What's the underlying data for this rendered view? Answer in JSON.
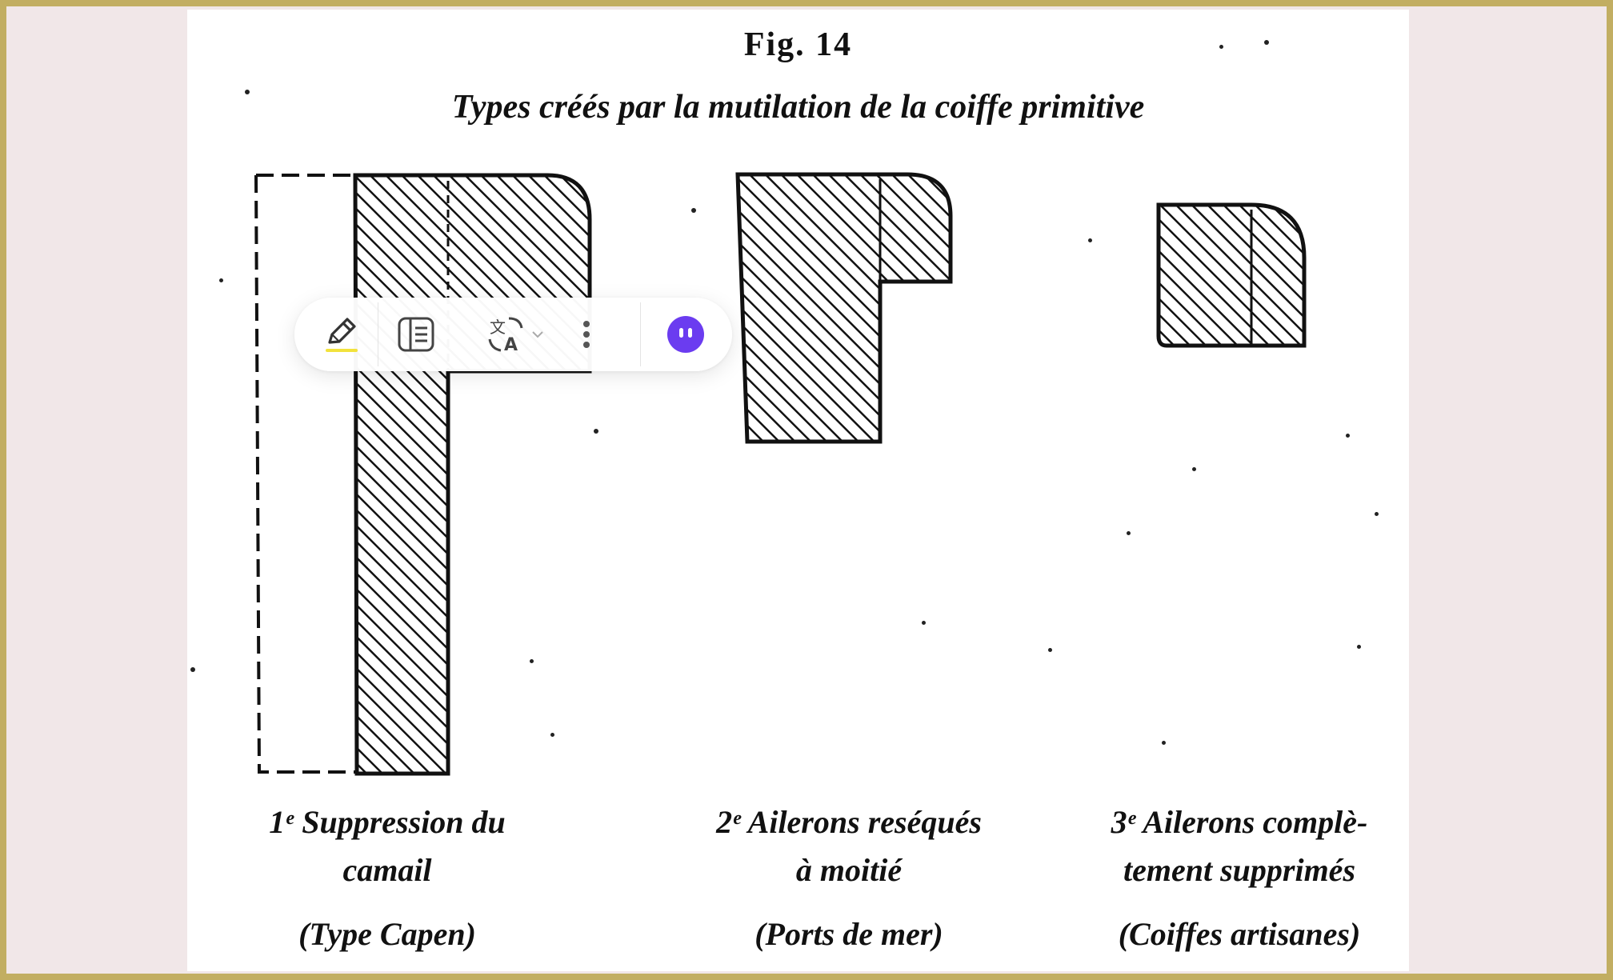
{
  "figure": {
    "title": "Fig. 14",
    "subtitle": "Types créés par la mutilation de la coiffe primitive"
  },
  "captions": [
    {
      "line1": "1ᵉ Suppression du",
      "line2": "camail",
      "type": "(Type Capen)"
    },
    {
      "line1": "2ᵉ Ailerons reséqués",
      "line2": "à moitié",
      "type": "(Ports de mer)"
    },
    {
      "line1": "3ᵉ Ailerons complè-",
      "line2": "tement supprimés",
      "type": "(Coiffes artisanes)"
    }
  ],
  "toolbar": {
    "buttons": [
      {
        "name": "highlight-button",
        "icon": "pencil-highlight-icon",
        "accent": "#f2e23c"
      },
      {
        "name": "reader-view-button",
        "icon": "reader-panel-icon"
      },
      {
        "name": "translate-button",
        "icon": "translate-icon"
      },
      {
        "name": "more-options-button",
        "icon": "vertical-ellipsis-icon"
      },
      {
        "name": "assistant-button",
        "icon": "assistant-face-icon",
        "accent": "#6b3cf0"
      }
    ]
  },
  "colors": {
    "frame": "#c2ae62",
    "background": "#f1e7e8",
    "paper": "#ffffff",
    "ink": "#111111"
  }
}
